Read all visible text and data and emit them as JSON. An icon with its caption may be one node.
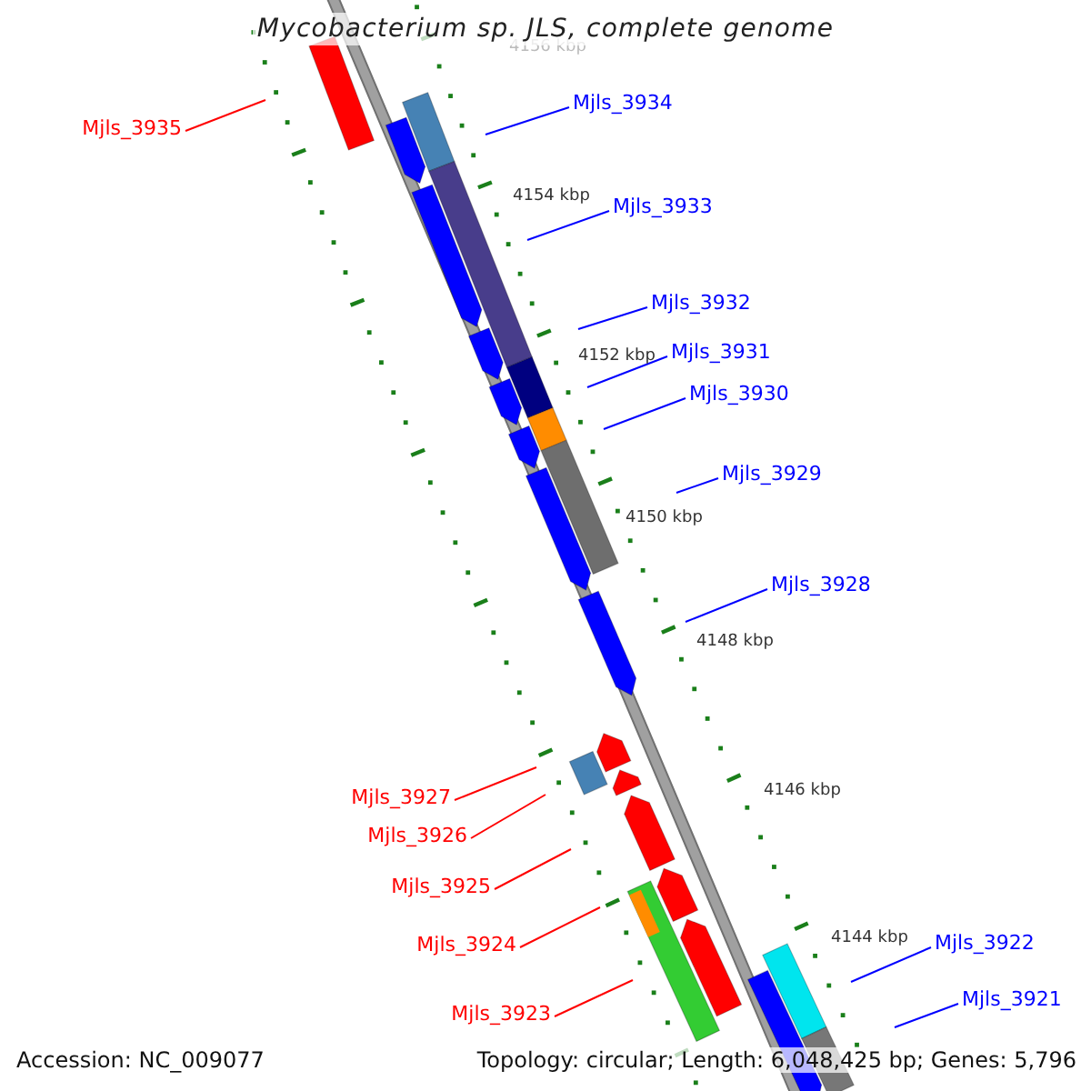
{
  "diagram": {
    "title": "Mycobacterium sp. JLS, complete genome",
    "nodes": [
      {
        "text": [
          "Mjls_3935"
        ]
      },
      {
        "text": [
          "Mjls_3934"
        ]
      },
      {
        "text": [
          "Mjls_3933"
        ]
      },
      {
        "text": [
          "Mjls_3932"
        ]
      },
      {
        "text": [
          "Mjls_3931"
        ]
      },
      {
        "text": [
          "Mjls_3930"
        ]
      },
      {
        "text": [
          "Mjls_3929"
        ]
      },
      {
        "text": [
          "Mjls_3928"
        ]
      },
      {
        "text": [
          "Mjls_3927"
        ]
      },
      {
        "text": [
          "Mjls_3926"
        ]
      },
      {
        "text": [
          "Mjls_3925"
        ]
      },
      {
        "text": [
          "Mjls_3924"
        ]
      },
      {
        "text": [
          "Mjls_3923"
        ]
      },
      {
        "text": [
          "Mjls_3922"
        ]
      },
      {
        "text": [
          "Mjls_3921"
        ]
      }
    ],
    "edges": [
      {
        "from": 0,
        "to": null,
        "arrow": "none",
        "color": "#ff0000"
      },
      {
        "from": 1,
        "to": null,
        "arrow": "none"
      },
      {
        "from": 2,
        "to": null,
        "arrow": "none"
      },
      {
        "from": 3,
        "to": null,
        "arrow": "none"
      },
      {
        "from": 4,
        "to": null,
        "arrow": "none"
      },
      {
        "from": 5,
        "to": null,
        "arrow": "none"
      },
      {
        "from": 6,
        "to": null,
        "arrow": "none"
      },
      {
        "from": 7,
        "to": null,
        "arrow": "none"
      },
      {
        "from": 8,
        "to": null,
        "arrow": "none",
        "color": "#ff0000"
      },
      {
        "from": 9,
        "to": null,
        "arrow": "none",
        "color": "#ff0000"
      },
      {
        "from": 10,
        "to": null,
        "arrow": "none",
        "color": "#ff0000"
      },
      {
        "from": 11,
        "to": null,
        "arrow": "none",
        "color": "#ff0000"
      },
      {
        "from": 12,
        "to": null,
        "arrow": "none",
        "color": "#ff0000"
      },
      {
        "from": 13,
        "to": null,
        "arrow": "none"
      },
      {
        "from": 14,
        "to": null,
        "arrow": "none"
      }
    ],
    "labels": [
      "4156 kbp",
      "4154 kbp",
      "4152 kbp",
      "4150 kbp",
      "4148 kbp",
      "4146 kbp",
      "4144 kbp",
      "Accession: NC_009077",
      "Topology: circular; Length: 6,048,425 bp; Genes: 5,796"
    ]
  }
}
